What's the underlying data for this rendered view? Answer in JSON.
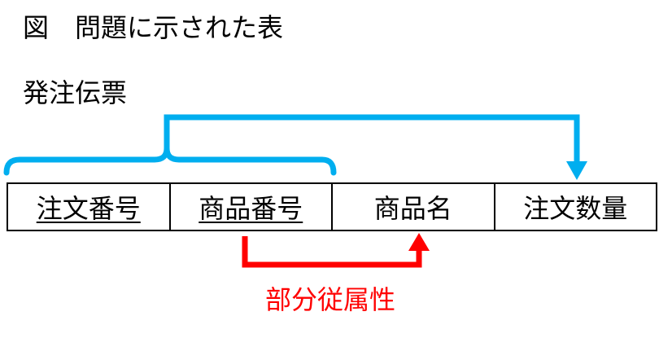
{
  "figure_title": "図　問題に示された表",
  "table_name": "発注伝票",
  "columns": [
    {
      "label": "注文番号",
      "primary_key": true
    },
    {
      "label": "商品番号",
      "primary_key": true
    },
    {
      "label": "商品名",
      "primary_key": false
    },
    {
      "label": "注文数量",
      "primary_key": false
    }
  ],
  "dependency_label": "部分従属性",
  "colors": {
    "full_dependency": "#00aeef",
    "partial_dependency": "#ff0000",
    "text": "#000000",
    "dependency_text": "#ff0000"
  }
}
